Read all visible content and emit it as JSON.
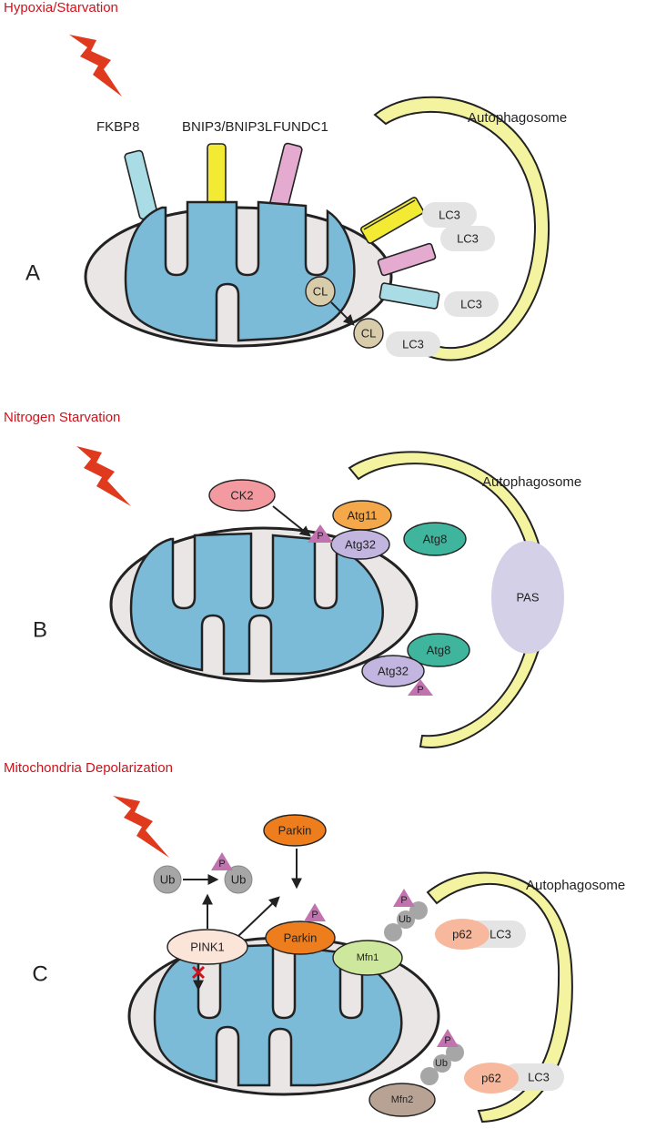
{
  "panels": [
    {
      "letter": "A",
      "stress": "Hypoxia/Starvation",
      "autophagosome": "Autophagosome",
      "receptors": [
        "FKBP8",
        "BNIP3/BNIP3L",
        "FUNDC1"
      ],
      "lc3": "LC3",
      "cardiolipin": "CL"
    },
    {
      "letter": "B",
      "stress": "Nitrogen Starvation",
      "autophagosome": "Autophagosome",
      "ck2": "CK2",
      "p": "P",
      "atg11": "Atg11",
      "atg32": "Atg32",
      "atg8": "Atg8",
      "pas": "PAS"
    },
    {
      "letter": "C",
      "stress": "Mitochondria Depolarization",
      "autophagosome": "Autophagosome",
      "ub": "Ub",
      "p": "P",
      "parkin": "Parkin",
      "pink1": "PINK1",
      "mfn1": "Mfn1",
      "mfn2": "Mfn2",
      "p62": "p62",
      "lc3": "LC3"
    }
  ],
  "colors": {
    "stress_text": "#d0121b",
    "lightning": "#e03a1e",
    "membrane": "#eae6e6",
    "matrix": "#7bbbd8",
    "autophagosome": "#f4f3a0",
    "fkbp8": "#a9dce4",
    "bnip3": "#f2ea33",
    "fundc1": "#e4aacf",
    "lc3": "#e4e4e4",
    "cardiolipin": "#d8ccaa",
    "ck2": "#f29aa0",
    "atg11": "#f4a84a",
    "atg32": "#c2b6e0",
    "atg8": "#3fb59e",
    "pas": "#d4d0e8",
    "phospho": "#c173b0",
    "ub": "#a6a6a6",
    "parkin": "#ee7d1e",
    "pink1": "#fbe4d8",
    "mfn1": "#cde79c",
    "mfn2": "#b8a294",
    "p62": "#f7b89d"
  }
}
